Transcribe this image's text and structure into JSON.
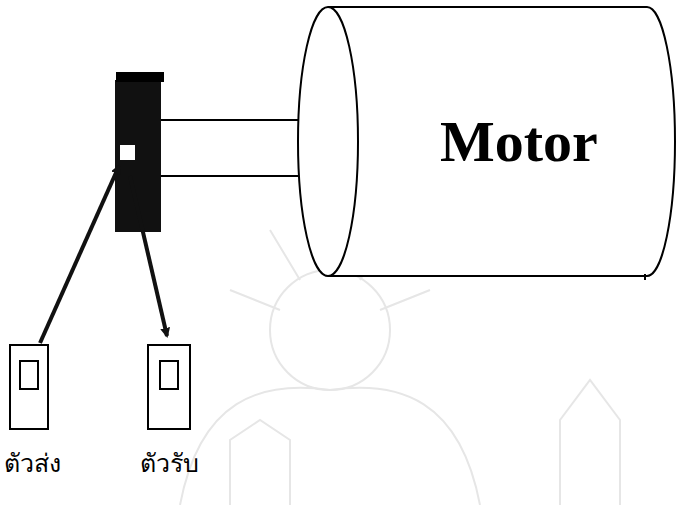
{
  "diagram": {
    "nodes": [
      {
        "text": [
          "Motor"
        ]
      },
      {
        "text": [
          "ตัวส่ง"
        ]
      },
      {
        "text": [
          "ตัวรับ"
        ]
      }
    ]
  }
}
